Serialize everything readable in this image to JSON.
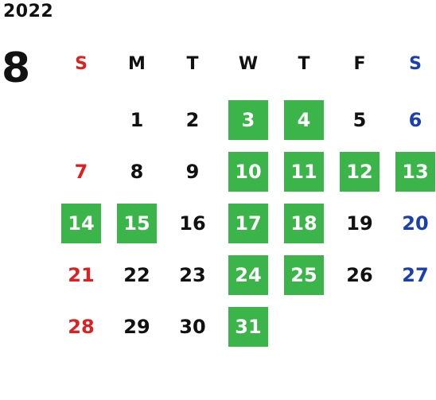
{
  "calendar": {
    "year": "2022",
    "month": "8",
    "weekdays": [
      "S",
      "M",
      "T",
      "W",
      "T",
      "F",
      "S"
    ],
    "weekday_colors": [
      "#e02020",
      "#111111",
      "#111111",
      "#111111",
      "#111111",
      "#111111",
      "#1a3fb0"
    ],
    "first_weekday": 1,
    "days_in_month": 31,
    "highlighted_days": [
      3,
      4,
      10,
      11,
      12,
      13,
      14,
      15,
      17,
      18,
      24,
      25,
      31
    ],
    "colors": {
      "highlight": "#3bb54a",
      "sunday": "#e02020",
      "saturday": "#1a3fb0",
      "weekday": "#111111"
    }
  }
}
